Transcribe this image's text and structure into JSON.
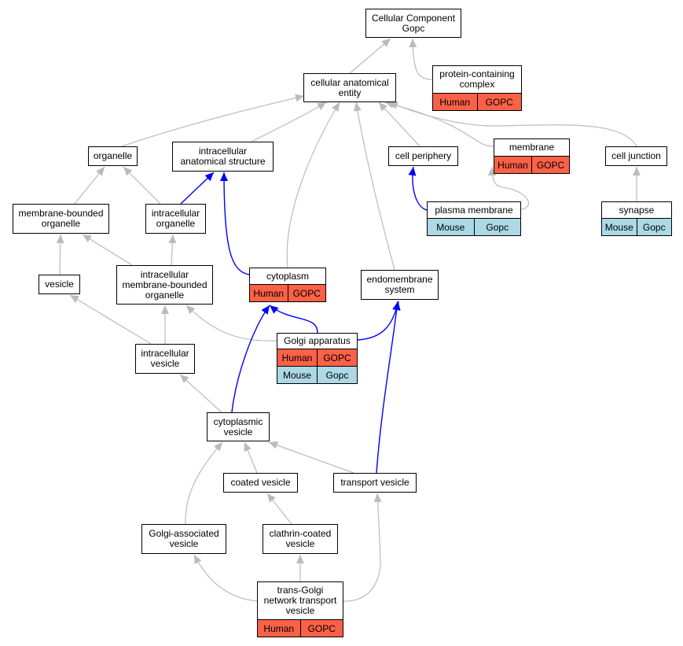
{
  "colors": {
    "human": "#fa6147",
    "mouse": "#add8e6",
    "edge_gray": "#bbbbbb",
    "edge_blue": "#0000ff"
  },
  "nodes": {
    "cc": {
      "label": "Cellular Component\nGopc"
    },
    "pcc": {
      "label": "protein-containing\ncomplex",
      "human": [
        "Human",
        "GOPC"
      ]
    },
    "cae": {
      "label": "cellular anatomical\nentity"
    },
    "org": {
      "label": "organelle"
    },
    "ias": {
      "label": "intracellular\nanatomical structure"
    },
    "cp": {
      "label": "cell periphery"
    },
    "mem": {
      "label": "membrane",
      "human": [
        "Human",
        "GOPC"
      ]
    },
    "cj": {
      "label": "cell junction"
    },
    "mbo": {
      "label": "membrane-bounded\norganelle"
    },
    "io": {
      "label": "intracellular\norganelle"
    },
    "pm": {
      "label": "plasma membrane",
      "mouse": [
        "Mouse",
        "Gopc"
      ]
    },
    "syn": {
      "label": "synapse",
      "mouse": [
        "Mouse",
        "Gopc"
      ]
    },
    "ves": {
      "label": "vesicle"
    },
    "imbo": {
      "label": "intracellular\nmembrane-bounded\norganelle"
    },
    "cyto": {
      "label": "cytoplasm",
      "human": [
        "Human",
        "GOPC"
      ]
    },
    "es": {
      "label": "endomembrane\nsystem"
    },
    "ga": {
      "label": "Golgi apparatus",
      "human": [
        "Human",
        "GOPC"
      ],
      "mouse": [
        "Mouse",
        "Gopc"
      ]
    },
    "iv": {
      "label": "intracellular\nvesicle"
    },
    "cv": {
      "label": "cytoplasmic\nvesicle"
    },
    "coat": {
      "label": "coated vesicle"
    },
    "tv": {
      "label": "transport vesicle"
    },
    "gav": {
      "label": "Golgi-associated\nvesicle"
    },
    "ccv": {
      "label": "clathrin-coated\nvesicle"
    },
    "tgn": {
      "label": "trans-Golgi\nnetwork transport\nvesicle",
      "human": [
        "Human",
        "GOPC"
      ]
    }
  }
}
